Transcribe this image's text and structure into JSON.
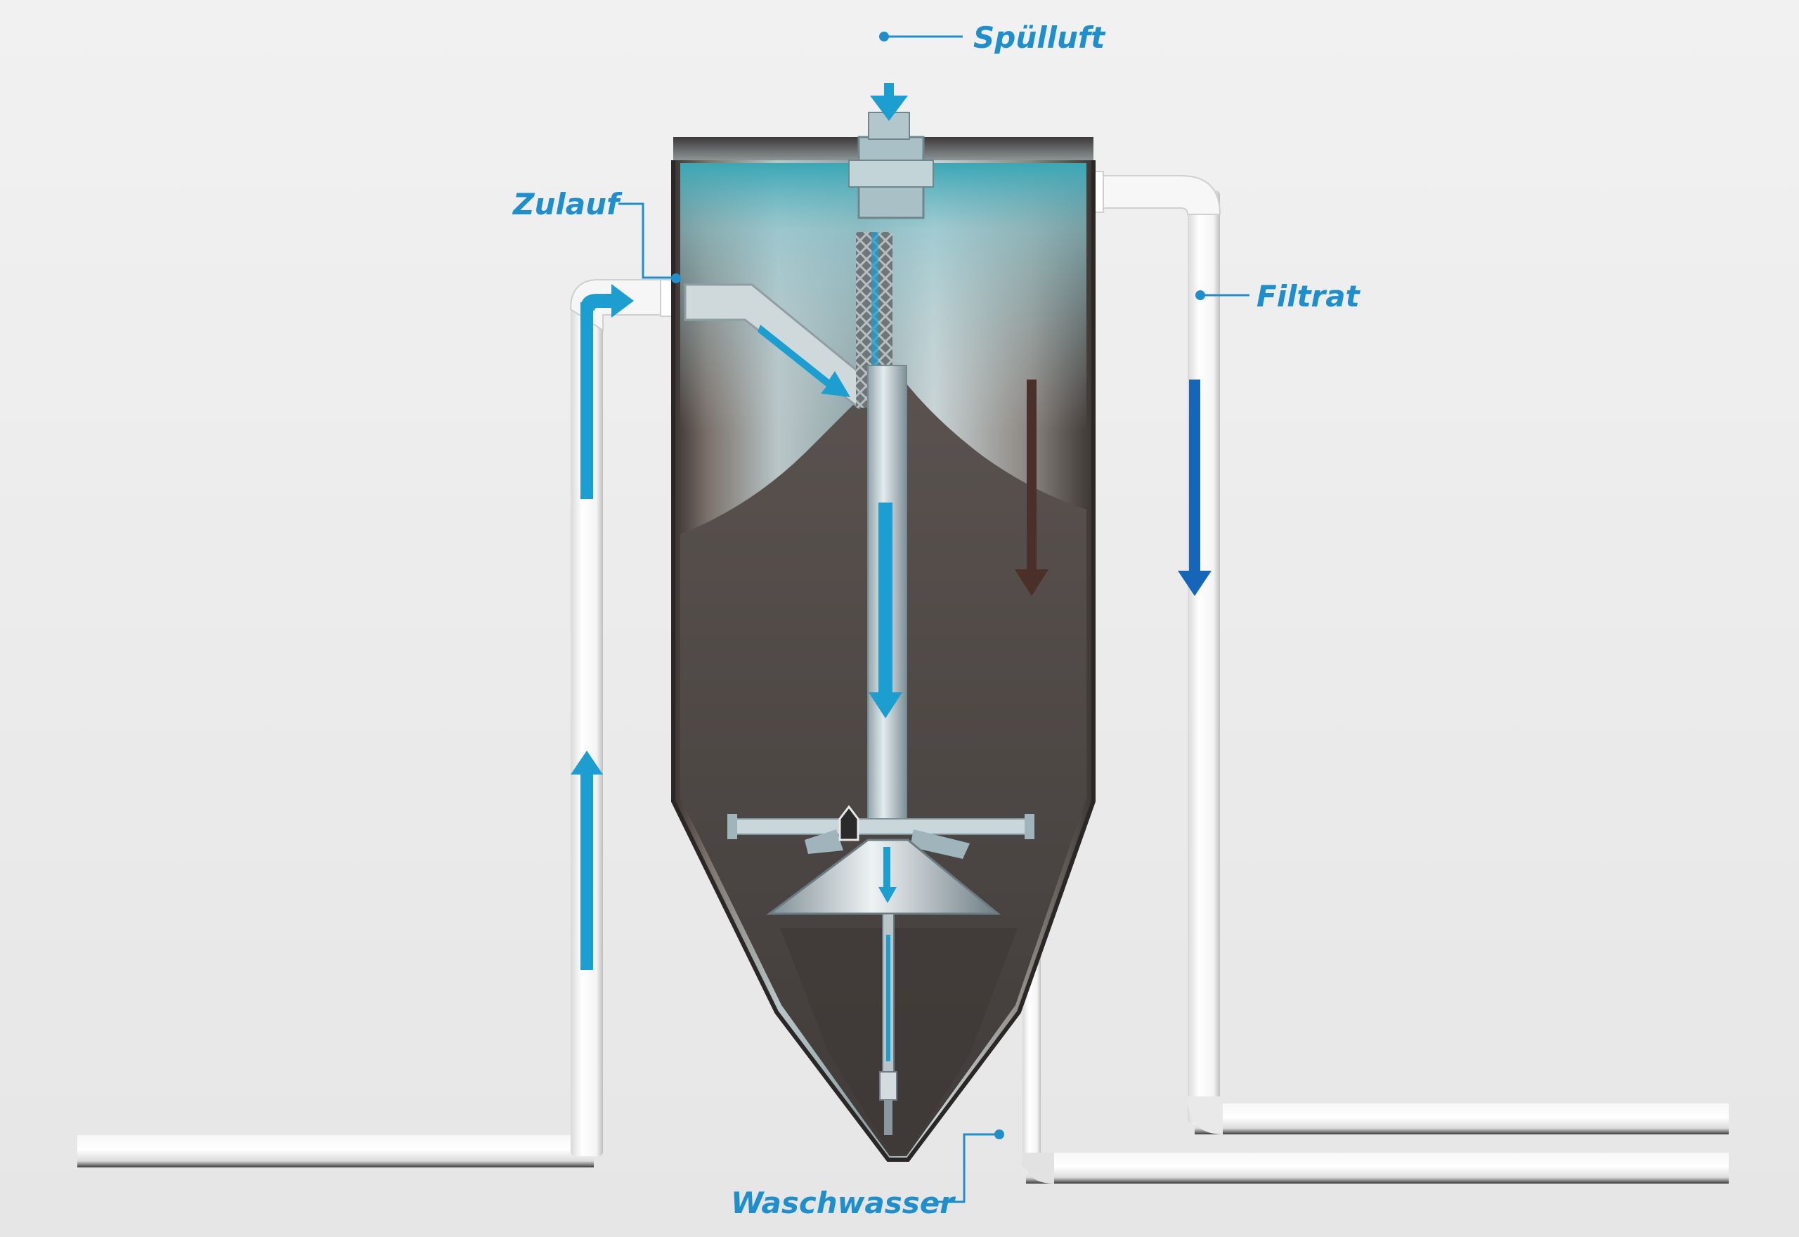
{
  "labels": {
    "spuelluft": "Spülluft",
    "zulauf": "Zulauf",
    "filtrat": "Filtrat",
    "waschwasser": "Waschwasser"
  },
  "colors": {
    "label": "#1e8fcc",
    "flow_arrow": "#1c9ed0",
    "filtrat_arrow": "#1565b8",
    "washwater_arrow": "#4a3028",
    "sand": "#4a4542",
    "pipe": "#ffffff",
    "background": "#ededed"
  }
}
